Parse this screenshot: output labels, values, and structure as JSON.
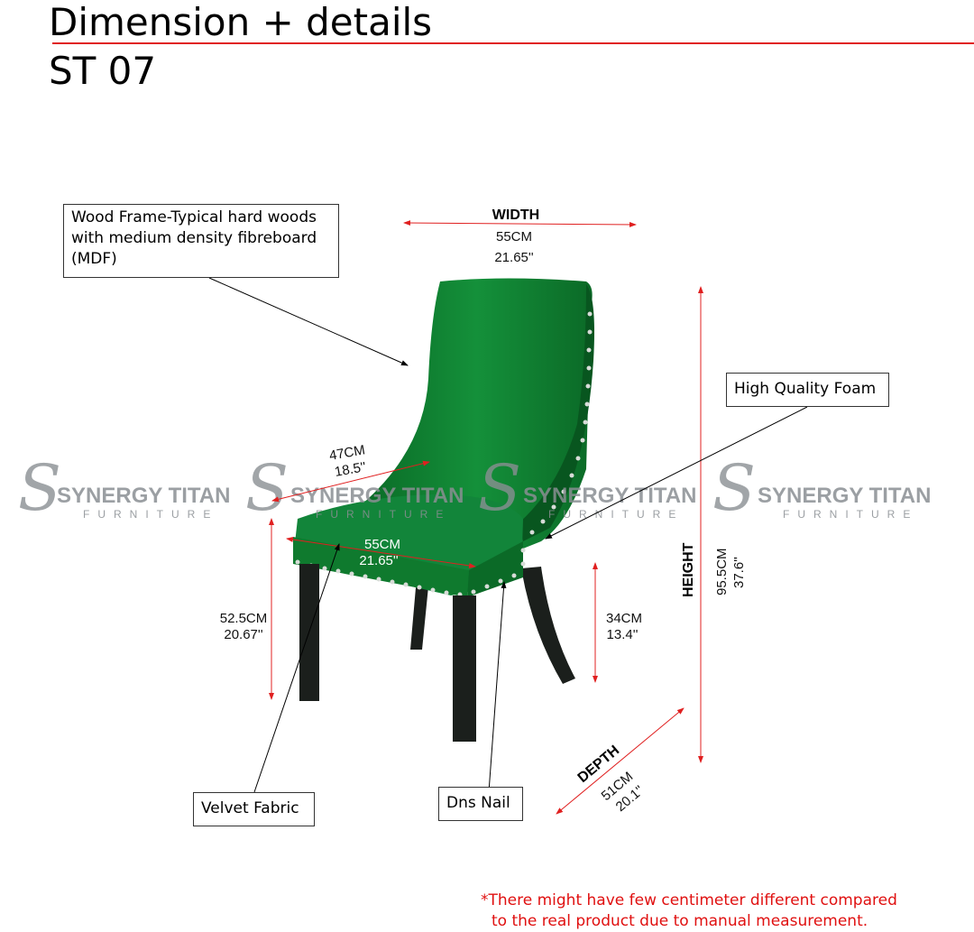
{
  "header": {
    "title": "Dimension + details",
    "model": "ST 07"
  },
  "callouts": {
    "wood_frame": [
      "Wood Frame-Typical hard woods",
      "with medium density fibreboard",
      "(MDF)"
    ],
    "foam": "High Quality Foam",
    "velvet": "Velvet Fabric",
    "nail": "Dns Nail"
  },
  "dimensions": {
    "width": {
      "label": "WIDTH",
      "cm": "55CM",
      "in": "21.65''"
    },
    "height": {
      "label": "HEIGHT",
      "cm": "95.5CM",
      "in": "37.6''"
    },
    "depth": {
      "label": "DEPTH",
      "cm": "51CM",
      "in": "20.1''"
    },
    "seat_height": {
      "cm": "52.5CM",
      "in": "20.67''"
    },
    "seat_width": {
      "cm": "55CM",
      "in": "21.65''"
    },
    "seat_depth": {
      "cm": "47CM",
      "in": "18.5''"
    },
    "leg_height": {
      "cm": "34CM",
      "in": "13.4''"
    }
  },
  "watermark": {
    "name": "SYNERGY TITAN",
    "sub": "FURNITURE"
  },
  "note": [
    "*There might have few centimeter different compared",
    "to the real product due to manual measurement."
  ],
  "colors": {
    "accent": "#e02020",
    "fabric": "#0f7a2e",
    "legs": "#1b1f1c"
  }
}
